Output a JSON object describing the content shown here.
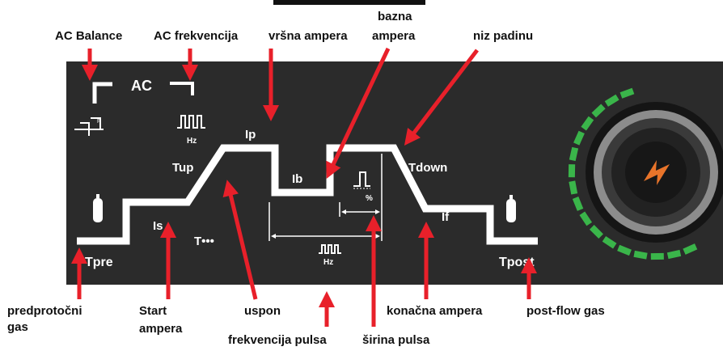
{
  "panel": {
    "ac_text": "AC",
    "hz_small": "Hz",
    "percent_small": "%",
    "symbols": {
      "ip": "Ip",
      "tup": "Tup",
      "ib": "Ib",
      "tdown": "Tdown",
      "is": "Is",
      "if": "If",
      "tdots": "T•••",
      "tpre": "Tpre",
      "tpost": "Tpost"
    },
    "colors": {
      "panel_bg": "#2b2b2b",
      "waveform": "#ffffff",
      "arrow": "#e8202a",
      "led_green": "#3ab54a",
      "knob_center": "#e8742a"
    }
  },
  "callouts": {
    "ac_balance": "AC Balance",
    "ac_frekvencija": "AC frekvencija",
    "vrsna_ampera": "vršna ampera",
    "bazna_ampera": [
      "bazna",
      "ampera"
    ],
    "niz_padinu": "niz padinu",
    "predprotocni_gas": [
      "predprotočni",
      "gas"
    ],
    "start_ampera": [
      "Start",
      "ampera"
    ],
    "uspon": "uspon",
    "frekvencija_pulsa": "frekvencija pulsa",
    "sirina_pulsa": "širina pulsa",
    "konacna_ampera": "konačna ampera",
    "post_flow_gas": "post-flow gas"
  }
}
